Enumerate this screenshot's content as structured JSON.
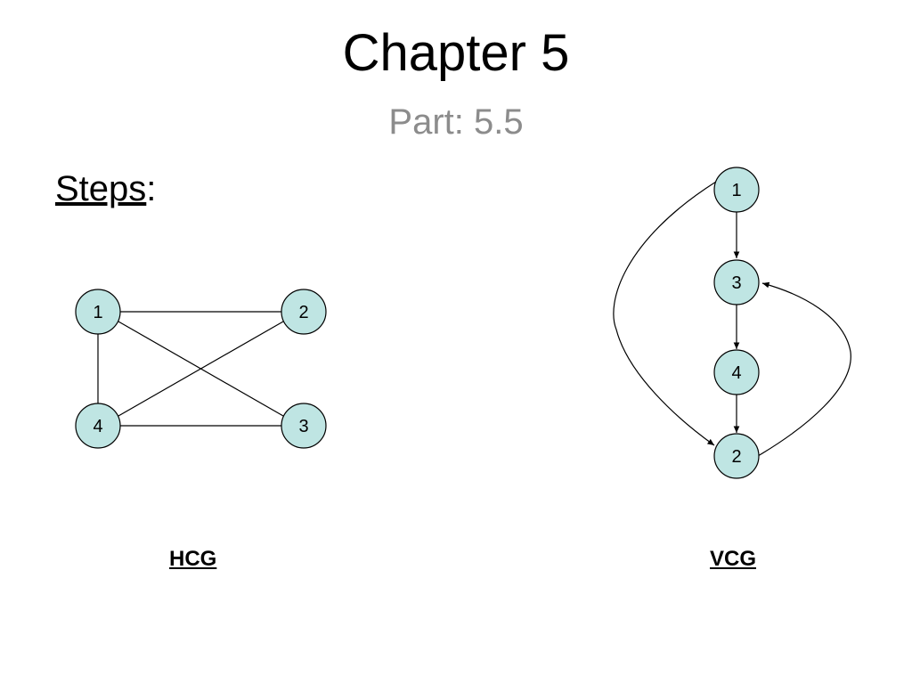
{
  "slide": {
    "title": "Chapter 5",
    "subtitle": "Part: 5.5",
    "steps_label": "Steps",
    "steps_colon": ":"
  },
  "hcg": {
    "caption": "HCG",
    "nodes": [
      "1",
      "2",
      "3",
      "4"
    ],
    "edges": [
      [
        "1",
        "2"
      ],
      [
        "1",
        "3"
      ],
      [
        "1",
        "4"
      ],
      [
        "2",
        "4"
      ],
      [
        "4",
        "3"
      ]
    ]
  },
  "vcg": {
    "caption": "VCG",
    "nodes": [
      "1",
      "3",
      "4",
      "2"
    ],
    "edges": [
      [
        "1",
        "3"
      ],
      [
        "3",
        "4"
      ],
      [
        "4",
        "2"
      ],
      [
        "1",
        "2"
      ],
      [
        "2",
        "3"
      ]
    ]
  },
  "colors": {
    "node_fill": "#bfe5e3",
    "subtitle": "#8c8c8c"
  }
}
